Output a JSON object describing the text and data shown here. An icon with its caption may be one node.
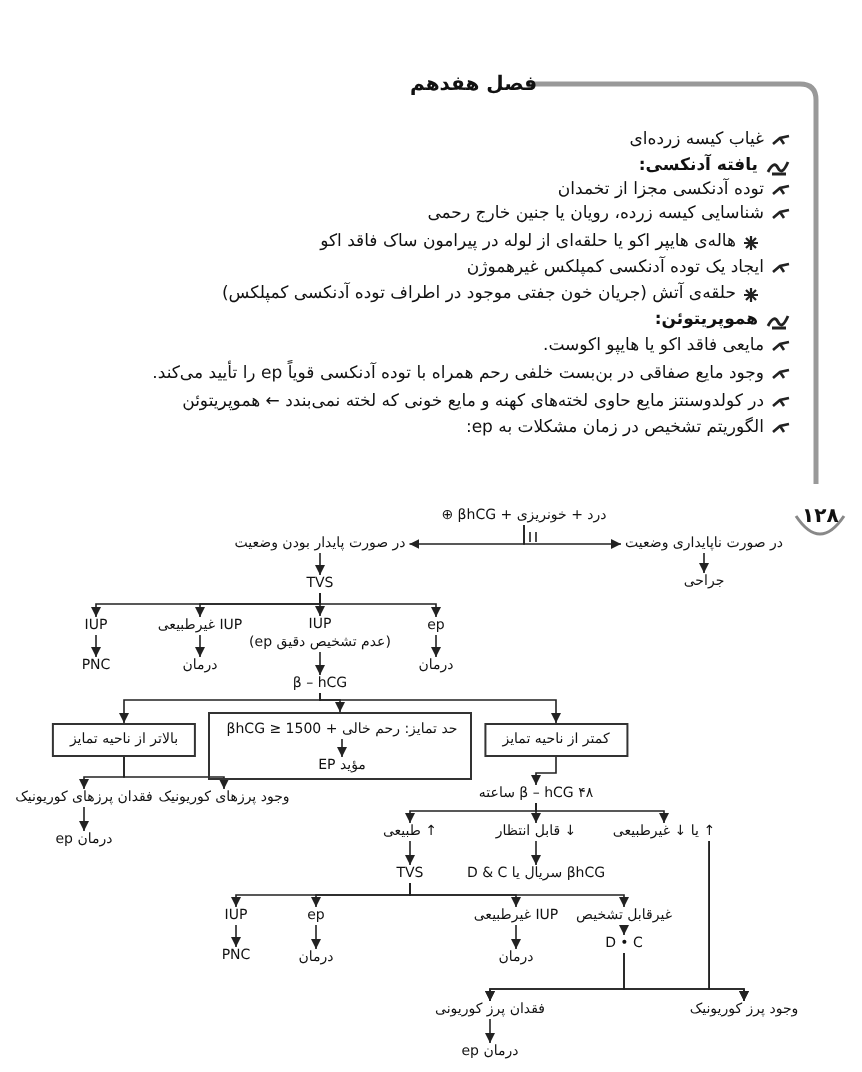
{
  "diagram": {
    "title": "فصل هفدهم",
    "nodes": [
      {
        "text": [
          "درد + خونریزی + βhCG ⊕"
        ]
      },
      {
        "text": [
          "در صورت پایدار بودن وضعیت"
        ]
      },
      {
        "text": [
          "در صورت ناپایداری وضعیت"
        ]
      },
      {
        "text": [
          "جراحی"
        ]
      },
      {
        "text": [
          "TVS"
        ]
      },
      {
        "text": [
          "IUP"
        ]
      },
      {
        "text": [
          "IUP غیرطبیعی"
        ]
      },
      {
        "text": [
          "IUP",
          "(عدم تشخیص دقیق ep)"
        ]
      },
      {
        "text": [
          "ep"
        ]
      },
      {
        "text": [
          "PNC"
        ]
      },
      {
        "text": [
          "درمان"
        ]
      },
      {
        "text": [
          "درمان"
        ]
      },
      {
        "text": [
          "β – hCG"
        ]
      },
      {
        "text": [
          "بالاتر از ناحیه تمایز"
        ]
      },
      {
        "text": [],
        "shape": "box"
      },
      {
        "text": [
          "حد تمایز: رحم خالی + βhCG ≥ 1500"
        ],
        "in": 14
      },
      {
        "text": [
          "مؤید EP"
        ],
        "in": 14
      },
      {
        "text": [
          "کمتر از ناحیه تمایز"
        ]
      },
      {
        "text": [
          "فقدان پرزهای کوریونیک"
        ]
      },
      {
        "text": [
          "وجود پرزهای کوریونیک"
        ]
      },
      {
        "text": [
          "درمان ep"
        ]
      },
      {
        "text": [
          "β – hCG ۴۸ ساعته"
        ]
      },
      {
        "text": [
          "↑ طبیعی"
        ]
      },
      {
        "text": [
          "↓ قابل انتظار"
        ]
      },
      {
        "text": [
          "↑ یا ↓ غیرطبیعی"
        ]
      },
      {
        "text": [
          "TVS"
        ]
      },
      {
        "text": [
          "βhCG سریال یا D & C"
        ]
      },
      {
        "text": [
          "IUP"
        ]
      },
      {
        "text": [
          "ep"
        ]
      },
      {
        "text": [
          "IUP غیرطبیعی"
        ]
      },
      {
        "text": [
          "غیرقابل تشخیص"
        ]
      },
      {
        "text": [
          "PNC"
        ]
      },
      {
        "text": [
          "درمان"
        ]
      },
      {
        "text": [
          "درمان"
        ]
      },
      {
        "text": [
          "D • C"
        ]
      },
      {
        "text": [
          "فقدان پرز کوریونی"
        ]
      },
      {
        "text": [
          "وجود پرز کوریونیک"
        ]
      },
      {
        "text": [
          "درمان ep"
        ]
      }
    ],
    "edges": [
      {
        "from": 0,
        "to": 1,
        "arrow": "to"
      },
      {
        "from": 0,
        "to": 2,
        "arrow": "to"
      },
      {
        "from": 2,
        "to": 3,
        "arrow": "to"
      },
      {
        "from": 1,
        "to": 4,
        "arrow": "to"
      },
      {
        "from": 4,
        "to": 5,
        "arrow": "to"
      },
      {
        "from": 4,
        "to": 6,
        "arrow": "to"
      },
      {
        "from": 4,
        "to": 7,
        "arrow": "to"
      },
      {
        "from": 4,
        "to": 8,
        "arrow": "to"
      },
      {
        "from": 5,
        "to": 9,
        "arrow": "to"
      },
      {
        "from": 6,
        "to": 10,
        "arrow": "to"
      },
      {
        "from": 8,
        "to": 11,
        "arrow": "to"
      },
      {
        "from": 7,
        "to": 12,
        "arrow": "to"
      },
      {
        "from": 12,
        "to": 13,
        "arrow": "to"
      },
      {
        "from": 12,
        "to": 14,
        "arrow": "to"
      },
      {
        "from": 12,
        "to": 17,
        "arrow": "to"
      },
      {
        "from": 15,
        "to": 16,
        "arrow": "to"
      },
      {
        "from": 13,
        "to": 18,
        "arrow": "to"
      },
      {
        "from": 13,
        "to": 19,
        "arrow": "to"
      },
      {
        "from": 18,
        "to": 20,
        "arrow": "to"
      },
      {
        "from": 17,
        "to": 21,
        "arrow": "to"
      },
      {
        "from": 21,
        "to": 22,
        "arrow": "to"
      },
      {
        "from": 21,
        "to": 23,
        "arrow": "to"
      },
      {
        "from": 21,
        "to": 24,
        "arrow": "to"
      },
      {
        "from": 22,
        "to": 25,
        "arrow": "to"
      },
      {
        "from": 23,
        "to": 26,
        "arrow": "to"
      },
      {
        "from": 25,
        "to": 27,
        "arrow": "to"
      },
      {
        "from": 25,
        "to": 28,
        "arrow": "to"
      },
      {
        "from": 25,
        "to": 29,
        "arrow": "to"
      },
      {
        "from": 25,
        "to": 30,
        "arrow": "to"
      },
      {
        "from": 27,
        "to": 31,
        "arrow": "to"
      },
      {
        "from": 28,
        "to": 32,
        "arrow": "to"
      },
      {
        "from": 29,
        "to": 33,
        "arrow": "to"
      },
      {
        "from": 30,
        "to": 34,
        "arrow": "to"
      },
      {
        "from": 24,
        "to": 35,
        "arrow": "to"
      },
      {
        "from": 24,
        "to": 36,
        "arrow": "to"
      },
      {
        "from": 34,
        "to": 35,
        "arrow": "to"
      },
      {
        "from": 34,
        "to": 36,
        "arrow": "to"
      },
      {
        "from": 35,
        "to": 37,
        "arrow": "to"
      }
    ],
    "labels": [
      "غیاب کیسه زرده‌ای",
      "یافته آدنکسی:",
      "توده آدنکسی مجزا از تخمدان",
      "شناسایی کیسه زرده، رویان یا جنین خارج رحمی",
      "هاله‌ی هایپر اکو یا حلقه‌ای از لوله در پیرامون ساک فاقد اکو",
      "ایجاد یک توده آدنکسی کمپلکس غیرهموژن",
      "حلقه‌ی آتش (جریان خون جفتی موجود در اطراف توده آدنکسی کمپلکس)",
      "هموپریتوئن:",
      "مایعی فاقد اکو یا هایپو اکوست.",
      "وجود مایع صفاقی در بن‌بست خلفی رحم همراه با توده آدنکسی قویاً ep را تأیید می‌کند.",
      "در کولدوسنتز مایع حاوی لخته‌های کهنه و مایع خونی که لخته نمی‌بندد ← هموپریتوئن",
      "الگوریتم تشخیص در زمان مشکلات به ep:",
      "۱۲۸"
    ]
  }
}
